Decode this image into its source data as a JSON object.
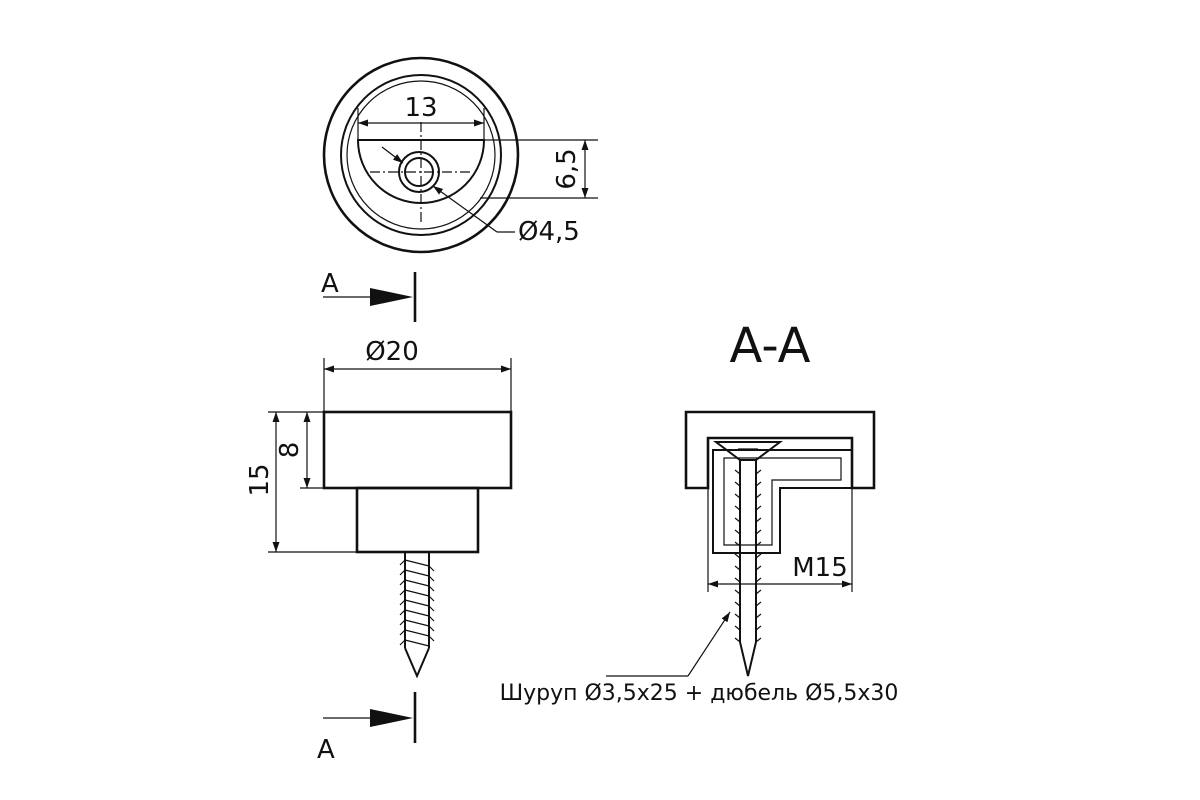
{
  "top_view": {
    "dim_width": "13",
    "dim_height": "6,5",
    "dim_hole": "Ø4,5"
  },
  "side_view": {
    "section_mark_top": "A",
    "section_mark_bottom": "A",
    "dim_diameter": "Ø20",
    "dim_total_height": "15",
    "dim_cap_height": "8"
  },
  "section_view": {
    "title": "A-A",
    "dim_thread": "M15",
    "callout": "Шуруп Ø3,5x25 + дюбель Ø5,5x30"
  },
  "colors": {
    "stroke": "#111111",
    "background": "#ffffff"
  }
}
